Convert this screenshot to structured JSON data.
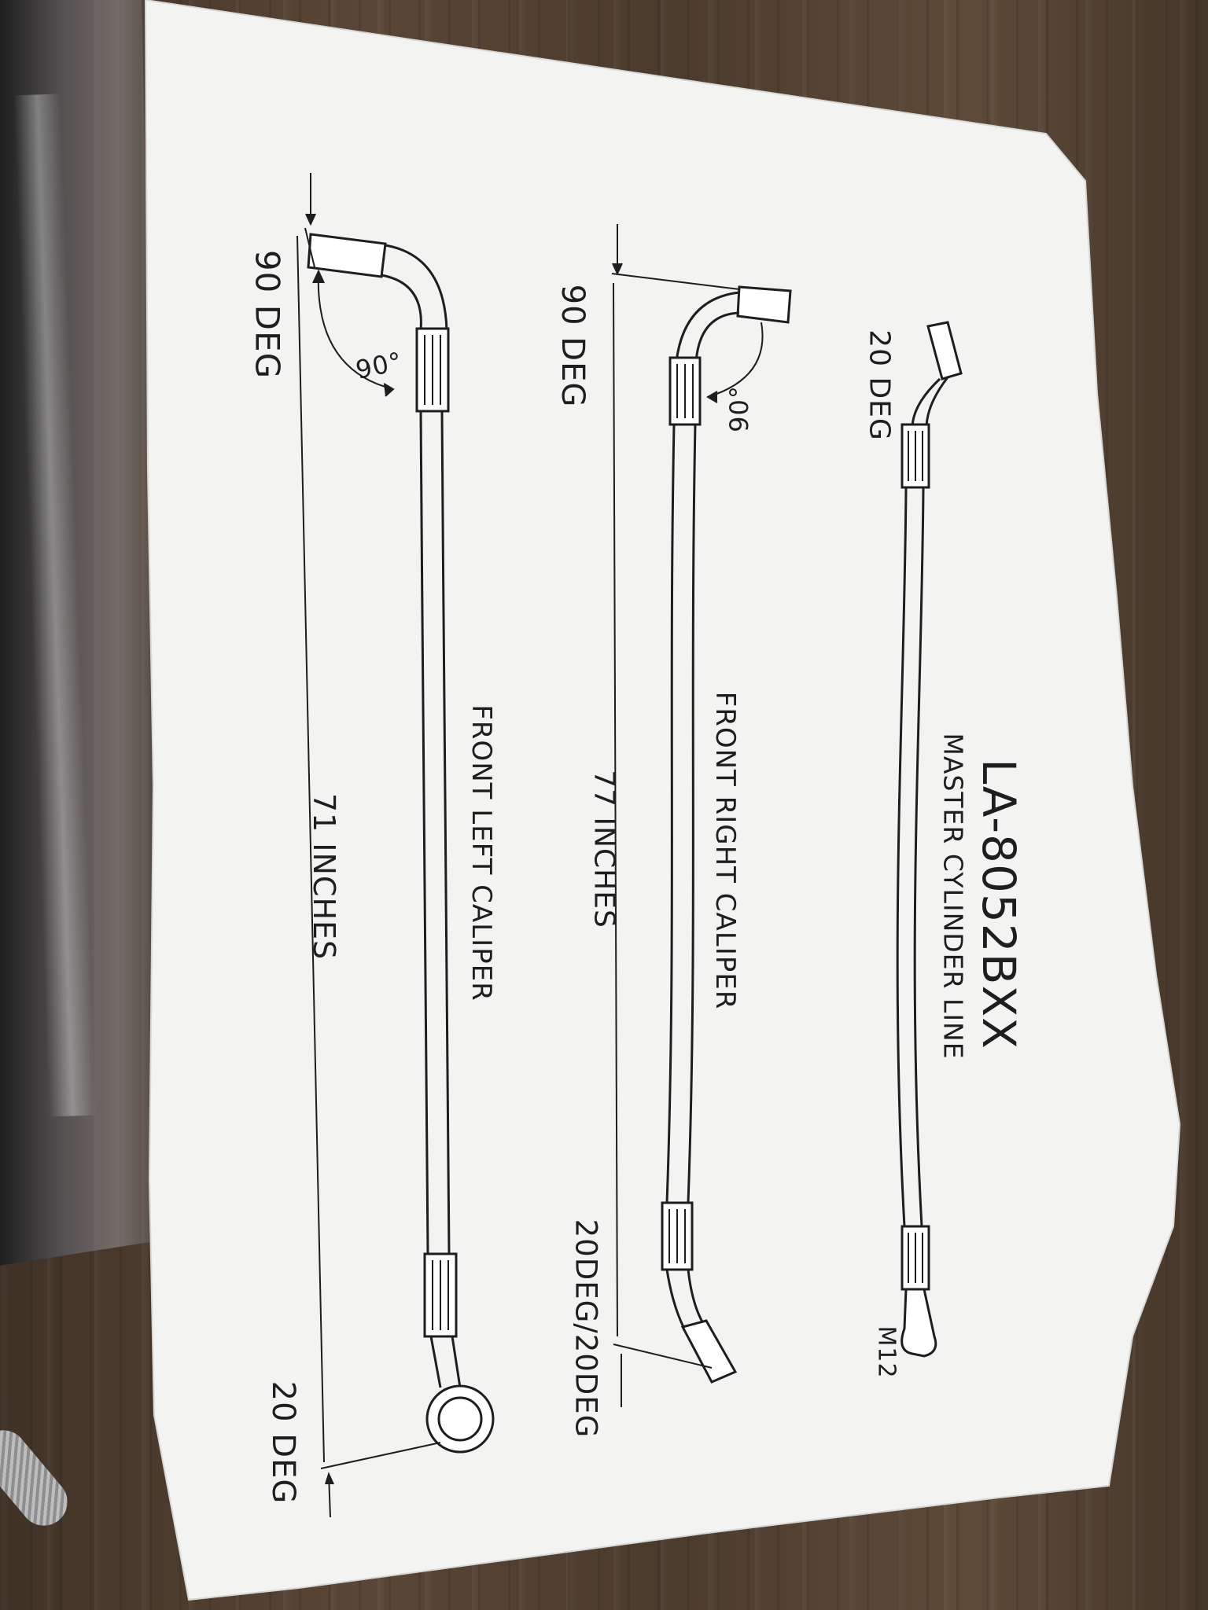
{
  "drawing": {
    "part_number": "LA-8052BXX",
    "master": {
      "title": "MASTER CYLINDER LINE",
      "angle": "20 DEG",
      "thread": "M12"
    },
    "front_right": {
      "title": "FRONT RIGHT CALIPER",
      "length": "77 INCHES",
      "top_angle": "90 DEG",
      "bend_label": "90°",
      "bottom_angle": "20DEG/20DEG"
    },
    "front_left": {
      "title": "FRONT LEFT CALIPER",
      "length": "71 INCHES",
      "top_angle": "90 DEG",
      "bend_label": "90°",
      "bottom_angle": "20 DEG"
    }
  },
  "colors": {
    "paper": "#f3f3f1",
    "ink": "#1e1e1e",
    "table": "#4f3e30"
  }
}
